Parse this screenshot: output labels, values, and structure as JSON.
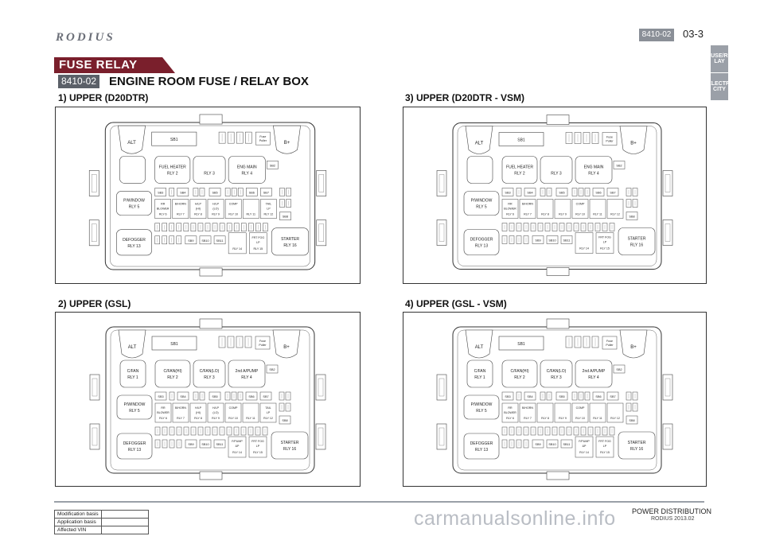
{
  "header": {
    "logo": "RODIUS",
    "page_code": "8410-02",
    "page_number": "03-3"
  },
  "side_tabs": [
    {
      "label": "FUSE/RE LAY"
    },
    {
      "label": "ELECTRI CITY"
    }
  ],
  "banner": {
    "label": "FUSE  RELAY"
  },
  "section": {
    "code": "8410-02",
    "title": "ENGINE ROOM FUSE / RELAY BOX"
  },
  "colors": {
    "banner": "#7a1f2c",
    "tab": "#9ba0a8",
    "watermark": "#b9bdc4"
  },
  "diagrams": [
    {
      "title": "1) UPPER (D20DTR)",
      "relays": {
        "top": [
          "FUEL HEATER",
          "RLY 2",
          "",
          "RLY 3",
          "ENG MAIN",
          "RLY 4"
        ],
        "left1": [
          "",
          ""
        ],
        "left2": [
          "P/WINDOW",
          "RLY 5"
        ],
        "left3": [
          "DEFOGGER",
          "RLY 13"
        ],
        "right3": [
          "STARTER",
          "RLY 16"
        ],
        "small": [
          [
            "RR",
            "BLOWER",
            "RLY 6"
          ],
          [
            "B/HORN",
            "",
            "RLY 7"
          ],
          [
            "H/LP",
            "(HI)",
            "RLY 8"
          ],
          [
            "H/LP",
            "(LO)",
            "RLY 9"
          ],
          [
            "COMP",
            "",
            "RLY 10"
          ],
          [
            "",
            "",
            "RLY 11"
          ],
          [
            "TAIL",
            "LP",
            "RLY 12"
          ]
        ],
        "bottom": [
          [
            "",
            "RLY 14"
          ],
          [
            "FRT FOG",
            "LP",
            "RLY 15"
          ]
        ]
      }
    },
    {
      "title": "3) UPPER (D20DTR - VSM)",
      "relays": {
        "top": [
          "FUEL HEATER",
          "RLY 2",
          "",
          "RLY 3",
          "ENG MAIN",
          "RLY 4"
        ],
        "left1": [
          "",
          ""
        ],
        "left2": [
          "P/WINDOW",
          "RLY 5"
        ],
        "left3": [
          "DEFOGGER",
          "RLY 13"
        ],
        "right3": [
          "STARTER",
          "RLY 16"
        ],
        "small": [
          [
            "RR",
            "BLOWER",
            "RLY 6"
          ],
          [
            "B/HORN",
            "",
            "RLY 7"
          ],
          [
            "",
            "",
            "RLY 8"
          ],
          [
            "",
            "",
            "RLY 9"
          ],
          [
            "COMP",
            "",
            "RLY 10"
          ],
          [
            "",
            "",
            "RLY 11"
          ],
          [
            "",
            "",
            "RLY 12"
          ]
        ],
        "bottom": [
          [
            "",
            "RLY 14"
          ],
          [
            "FRT FOG",
            "LP",
            "RLY 15"
          ]
        ]
      }
    },
    {
      "title": "2) UPPER (GSL)",
      "relays": {
        "top": [
          "C/FAN(HI)",
          "RLY 2",
          "C/FAN(LO)",
          "RLY 3",
          "2nd A/PUMP",
          "RLY 4"
        ],
        "left1": [
          "C/FAN",
          "RLY 1"
        ],
        "left2": [
          "P/WINDOW",
          "RLY 5"
        ],
        "left3": [
          "DEFOGGER",
          "RLY 13"
        ],
        "right3": [
          "STARTER",
          "RLY 16"
        ],
        "small": [
          [
            "RR",
            "BLOWER",
            "RLY 6"
          ],
          [
            "B/HORN",
            "",
            "RLY 7"
          ],
          [
            "H/LP",
            "(HI)",
            "RLY 8"
          ],
          [
            "H/LP",
            "(LO)",
            "RLY 9"
          ],
          [
            "COMP",
            "",
            "RLY 10"
          ],
          [
            "",
            "",
            "RLY 11"
          ],
          [
            "TAIL",
            "LP",
            "RLY 12"
          ]
        ],
        "bottom": [
          [
            "F/PUMP",
            "&P",
            "RLY 14"
          ],
          [
            "FRT FOG",
            "LP",
            "RLY 15"
          ]
        ]
      }
    },
    {
      "title": "4) UPPER (GSL - VSM)",
      "relays": {
        "top": [
          "C/FAN(HI)",
          "RLY 2",
          "C/FAN(LO)",
          "RLY 3",
          "2nd A/PUMP",
          "RLY 4"
        ],
        "left1": [
          "C/FAN",
          "RLY 1"
        ],
        "left2": [
          "P/WINDOW",
          "RLY 5"
        ],
        "left3": [
          "DEFOGGER",
          "RLY 13"
        ],
        "right3": [
          "STARTER",
          "RLY 16"
        ],
        "small": [
          [
            "RR",
            "BLOWER",
            "RLY 6"
          ],
          [
            "B/HORN",
            "",
            "RLY 7"
          ],
          [
            "",
            "",
            "RLY 8"
          ],
          [
            "",
            "",
            "RLY 9"
          ],
          [
            "COMP",
            "",
            "RLY 10"
          ],
          [
            "",
            "",
            "RLY 11"
          ],
          [
            "",
            "",
            "RLY 12"
          ]
        ],
        "bottom": [
          [
            "F/PUMP",
            "&P",
            "RLY 14"
          ],
          [
            "FRT FOG",
            "LP",
            "RLY 15"
          ]
        ]
      }
    }
  ],
  "box_labels": {
    "alt": "ALT",
    "bplus": "B+",
    "sb1": "SB1",
    "sb2": "SB2",
    "sb3": "SB3",
    "sb4": "SB4",
    "sb5": "SB5",
    "sb6": "SB6",
    "sb7": "SB7",
    "sb8": "SB8",
    "sb9": "SB9",
    "sb10": "SB10",
    "sb11": "SB11",
    "fuse_puller": [
      "Fuse",
      "Puller"
    ]
  },
  "footer": {
    "title": "POWER DISTRIBUTION",
    "sub": "RODIUS 2013.02",
    "watermark": "carmanualsonline.info"
  },
  "mod_table": [
    {
      "label": "Modification basis",
      "value": ""
    },
    {
      "label": "Application basis",
      "value": ""
    },
    {
      "label": "Affected VIN",
      "value": ""
    }
  ]
}
